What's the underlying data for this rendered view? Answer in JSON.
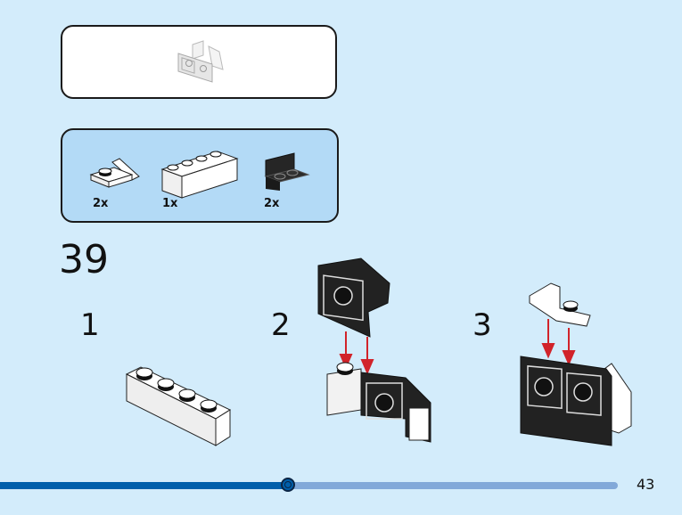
{
  "step": {
    "number": "39"
  },
  "sub_assembly_box": {
    "icon": "sub-assembly-preview"
  },
  "parts_list": [
    {
      "name": "white-slope-bracket",
      "qty": "2x",
      "color": "#ffffff"
    },
    {
      "name": "white-brick-1x4",
      "qty": "1x",
      "color": "#ffffff"
    },
    {
      "name": "black-bracket-1x2-2x2",
      "qty": "2x",
      "color": "#222222"
    }
  ],
  "sub_steps": [
    {
      "number": "1"
    },
    {
      "number": "2"
    },
    {
      "number": "3"
    }
  ],
  "colors": {
    "background": "#d3ecfb",
    "parts_bg": "#b3daf6",
    "arrow": "#d1232a",
    "progress_done": "#005fab",
    "progress_rest": "#82a9d9"
  },
  "progress": {
    "fraction": 0.47
  },
  "page": {
    "number": "43"
  }
}
